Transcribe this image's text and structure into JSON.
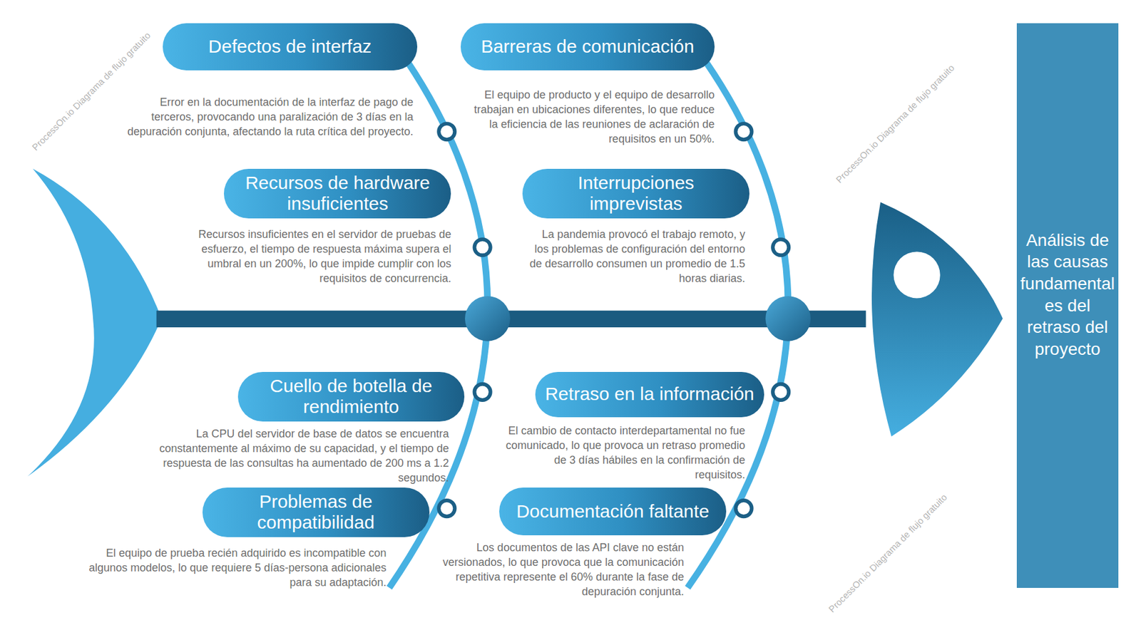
{
  "diagram": {
    "nodes": [
      {
        "text": [
          "Defectos de interfaz",
          "Error en la documentación de la interfaz de pago de terceros, provocando una paralización de 3 días en la depuración conjunta, afectando la ruta crítica del proyecto."
        ]
      },
      {
        "text": [
          "Barreras de comunicación",
          "El equipo de producto y el equipo de desarrollo trabajan en ubicaciones diferentes, lo que reduce la eficiencia de las reuniones de aclaración de requisitos en un 50%."
        ]
      },
      {
        "text": [
          "Recursos de hardware insuficientes",
          "Recursos insuficientes en el servidor de pruebas de esfuerzo, el tiempo de respuesta máxima supera el umbral en un 200%, lo que impide cumplir con los requisitos de concurrencia."
        ]
      },
      {
        "text": [
          "Interrupciones imprevistas",
          "La pandemia provocó el trabajo remoto, y los problemas de configuración del entorno de desarrollo consumen un promedio de 1.5 horas diarias."
        ]
      },
      {
        "text": [
          "Cuello de botella de rendimiento",
          "La CPU del servidor de base de datos se encuentra constantemente al máximo de su capacidad, y el tiempo de respuesta de las consultas ha aumentado de 200 ms a 1.2 segundos."
        ]
      },
      {
        "text": [
          "Retraso en la información",
          "El cambio de contacto interdepartamental no fue comunicado, lo que provoca un retraso promedio de 3 días hábiles en la confirmación de requisitos."
        ]
      },
      {
        "text": [
          "Problemas de compatibilidad",
          "El equipo de prueba recién adquirido es incompatible con algunos modelos, lo que requiere 5 días-persona adicionales para su adaptación."
        ]
      },
      {
        "text": [
          "Documentación faltante",
          "Los documentos de las API clave no están versionados, lo que provoca que la comunicación repetitiva represente el 60% durante la fase de depuración conjunta."
        ]
      },
      {
        "text": [
          "Análisis de las causas fundamentales del retraso del proyecto"
        ]
      }
    ],
    "labels": [
      "ProcessOn.io Diagrama de flujo gratuito",
      "ProcessOn.io Diagrama de flujo gratuito",
      "ProcessOn.io Diagrama de flujo gratuito"
    ]
  }
}
